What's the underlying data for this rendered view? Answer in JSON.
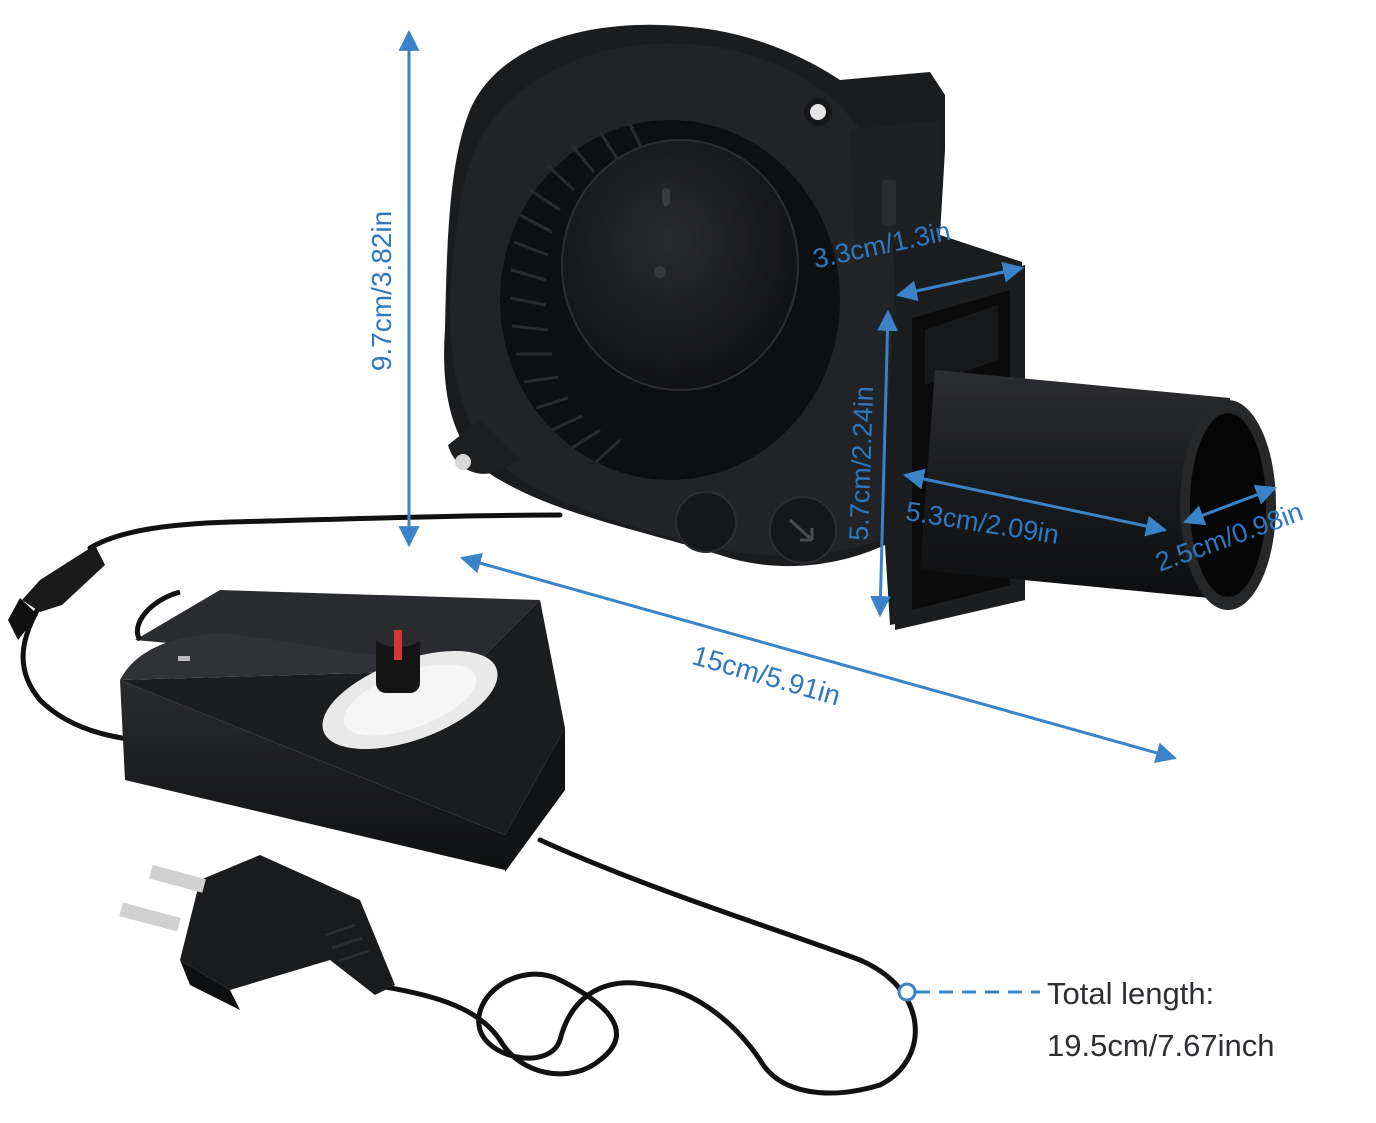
{
  "dimensions": {
    "height": "9.7cm/3.82in",
    "depth": "15cm/5.91in",
    "outlet_width": "3.3cm/1.3in",
    "outlet_height": "5.7cm/2.24in",
    "tube_length": "5.3cm/2.09in",
    "tube_diameter": "2.5cm/0.98in"
  },
  "cable": {
    "label": "Total length:",
    "value": "19.5cm/7.67inch"
  },
  "colors": {
    "dimension_accent": "#3a83c8",
    "text_dark": "#2d2f33",
    "product_body": "#1a1b1d"
  }
}
